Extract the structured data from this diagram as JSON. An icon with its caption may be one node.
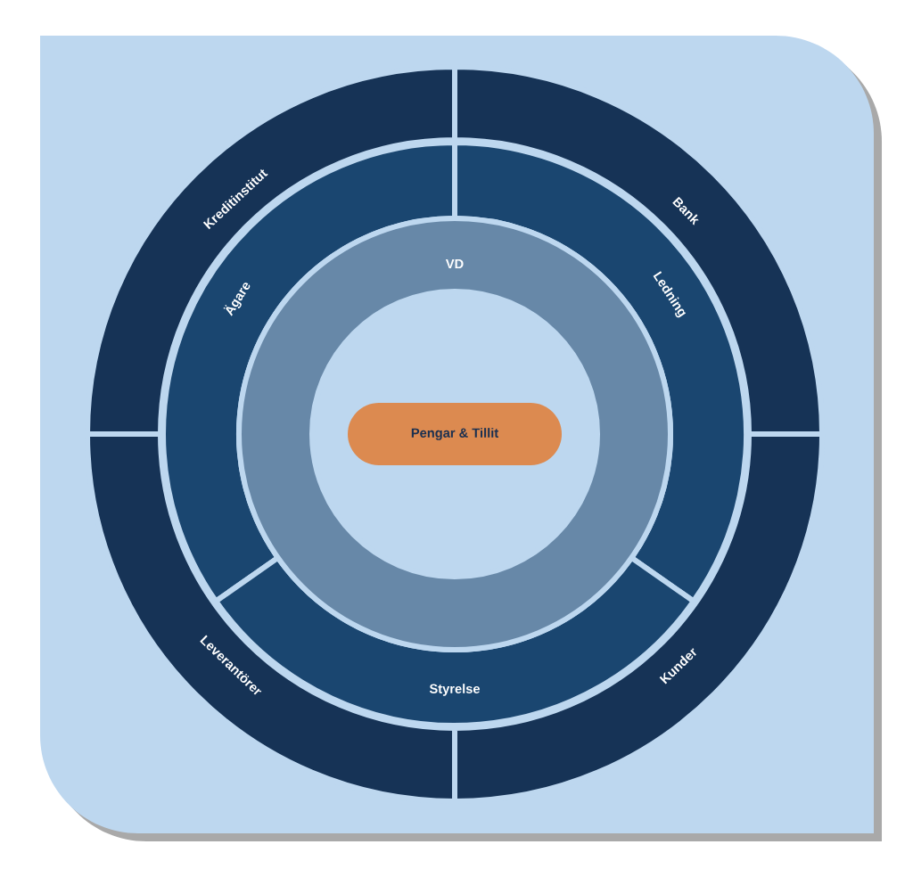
{
  "diagram": {
    "nodes": [
      {
        "text": [
          "Kreditinstitut"
        ]
      },
      {
        "text": [
          "Bank"
        ]
      },
      {
        "text": [
          "Leverantörer"
        ]
      },
      {
        "text": [
          "Kunder"
        ]
      },
      {
        "text": [
          "Ägare"
        ]
      },
      {
        "text": [
          "Ledning"
        ]
      },
      {
        "text": [
          "Styrelse"
        ]
      },
      {
        "text": [
          "VD"
        ]
      },
      {
        "text": [
          "Pengar & Tillit"
        ],
        "in": 7
      }
    ]
  }
}
